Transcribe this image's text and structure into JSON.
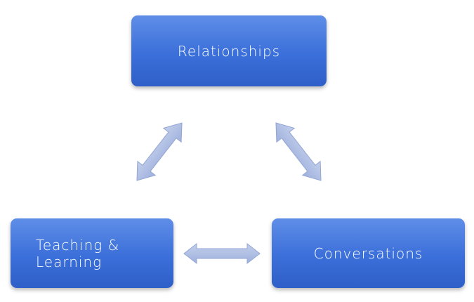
{
  "diagram": {
    "nodes": [
      {
        "id": "relationships",
        "label": "Relationships"
      },
      {
        "id": "teaching-learning",
        "label": "Teaching &\nLearning"
      },
      {
        "id": "conversations",
        "label": "Conversations"
      }
    ],
    "edges": [
      {
        "from": "relationships",
        "to": "teaching-learning",
        "direction": "bidirectional"
      },
      {
        "from": "relationships",
        "to": "conversations",
        "direction": "bidirectional"
      },
      {
        "from": "teaching-learning",
        "to": "conversations",
        "direction": "bidirectional"
      }
    ],
    "colors": {
      "node_fill": "#3b6fd9",
      "node_text": "#ffffff",
      "arrow_fill": "#a9b8de",
      "arrow_stroke": "#93a6d4"
    }
  }
}
